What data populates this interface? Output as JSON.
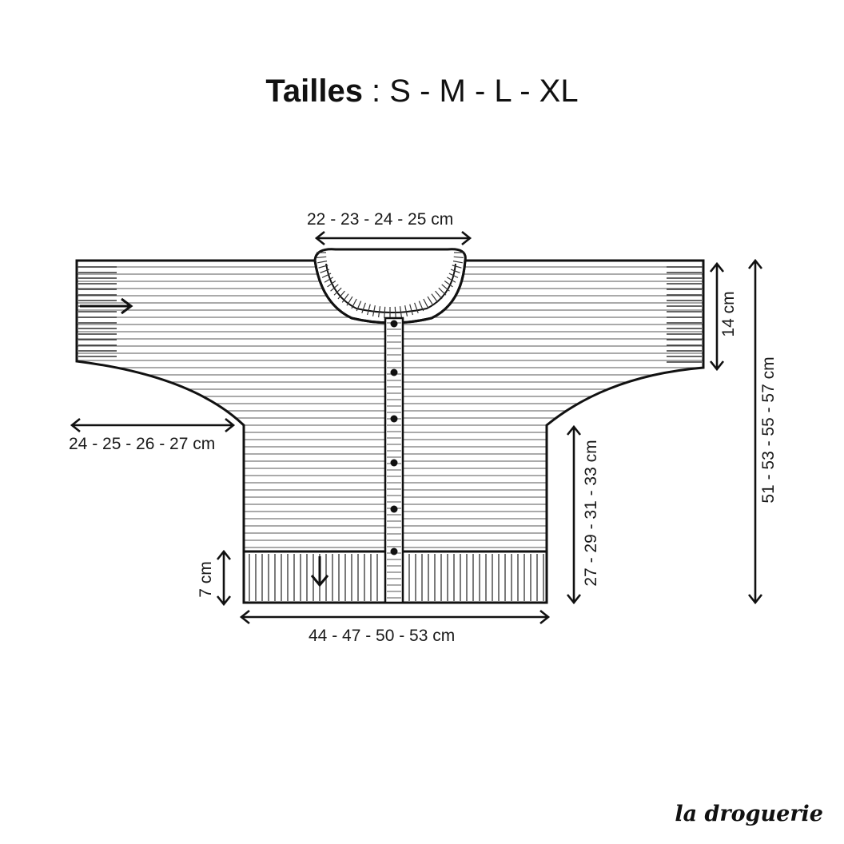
{
  "title": {
    "bold": "Tailles",
    "separator": " : ",
    "sizes": "S - M - L - XL"
  },
  "dimensions": {
    "neck_width": "22 - 23 - 24 - 25 cm",
    "sleeve_cuff_height": "14 cm",
    "sleeve_length": "24 - 25 - 26 - 27 cm",
    "total_length": "51 - 53 - 55 - 57 cm",
    "side_length": "27 - 29 - 31 - 33 cm",
    "ribbing_height": "7 cm",
    "width": "44 - 47 - 50 - 53 cm"
  },
  "brand": "la droguerie"
}
